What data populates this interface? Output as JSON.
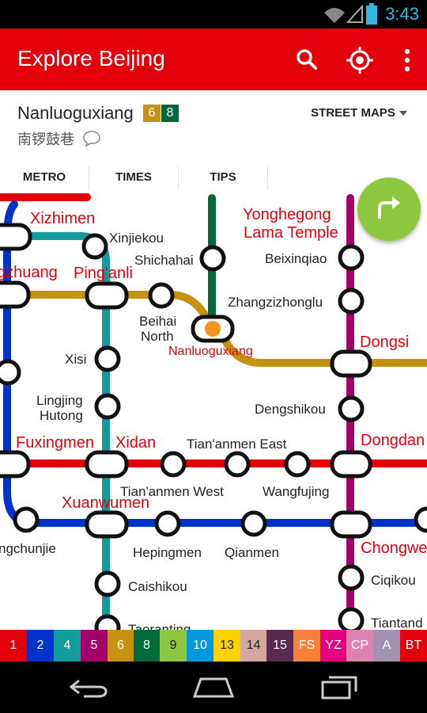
{
  "status_bar": {
    "time": "3:43"
  },
  "app_bar": {
    "title": "Explore Beijing",
    "icons": [
      "search-icon",
      "locate-icon",
      "overflow-menu-icon"
    ]
  },
  "station": {
    "name": "Nanluoguxiang",
    "name_cn": "南锣鼓巷",
    "lines": [
      {
        "label": "6",
        "color": "#c69214"
      },
      {
        "label": "8",
        "color": "#006a3a"
      }
    ],
    "street_maps_label": "STREET MAPS"
  },
  "tabs": [
    {
      "label": "METRO",
      "selected": true
    },
    {
      "label": "TIMES",
      "selected": false
    },
    {
      "label": "TIPS",
      "selected": false
    }
  ],
  "map": {
    "colors": {
      "line1": "#e3000b",
      "line2": "#0033cc",
      "line4": "#129b9b",
      "line5": "#a3006b",
      "line6": "#c69214",
      "line8": "#006a3a"
    },
    "station_labels": {
      "xizhimen": "Xizhimen",
      "yonghegong": "Yonghegong",
      "lama_temple": "Lama Temple",
      "xinjiekou": "Xinjiekou",
      "shichahai": "Shichahai",
      "beixinqiao": "Beixinqiao",
      "chegongzhuang": "gzhuang",
      "pinganli": "Ping'anli",
      "zhangzizhonglu": "Zhangzizhonglu",
      "beihai": "Beihai",
      "north": "North",
      "nanluoguxiang": "Nanluoguxiang",
      "dongsi": "Dongsi",
      "xisi": "Xisi",
      "lingjing": "Lingjing",
      "hutong": "Hutong",
      "dengshikou": "Dengshikou",
      "fuxingmen": "Fuxingmen",
      "xidan": "Xidan",
      "tiananmen_east": "Tian'anmen East",
      "dongdan": "Dongdan",
      "tiananmen_west": "Tian'anmen West",
      "wangfujing": "Wangfujing",
      "xuanwumen": "Xuanwumen",
      "changchunjie": "ngchunjie",
      "hepingmen": "Hepingmen",
      "qianmen": "Qianmen",
      "chongwenmen": "Chongwe",
      "caishikou": "Caishikou",
      "ciqikou": "Ciqikou",
      "taoranting": "Taoranting",
      "tiantandongmen": "Tiantand"
    }
  },
  "legend": [
    {
      "label": "1",
      "color": "#e3000b"
    },
    {
      "label": "2",
      "color": "#0033cc"
    },
    {
      "label": "4",
      "color": "#129b9b"
    },
    {
      "label": "5",
      "color": "#a3006b"
    },
    {
      "label": "6",
      "color": "#c69214"
    },
    {
      "label": "8",
      "color": "#006a3a"
    },
    {
      "label": "9",
      "color": "#8dc63f"
    },
    {
      "label": "10",
      "color": "#0099dd"
    },
    {
      "label": "13",
      "color": "#ffd200"
    },
    {
      "label": "14",
      "color": "#d5a7a1"
    },
    {
      "label": "15",
      "color": "#5b2a4f"
    },
    {
      "label": "FS",
      "color": "#f7803a"
    },
    {
      "label": "YZ",
      "color": "#e4007f"
    },
    {
      "label": "CP",
      "color": "#de82b2"
    },
    {
      "label": "A",
      "color": "#a192b2"
    },
    {
      "label": "BT",
      "color": "#e3000b"
    }
  ],
  "nav_bar": {
    "icons": [
      "back-icon",
      "home-icon",
      "recents-icon"
    ]
  }
}
